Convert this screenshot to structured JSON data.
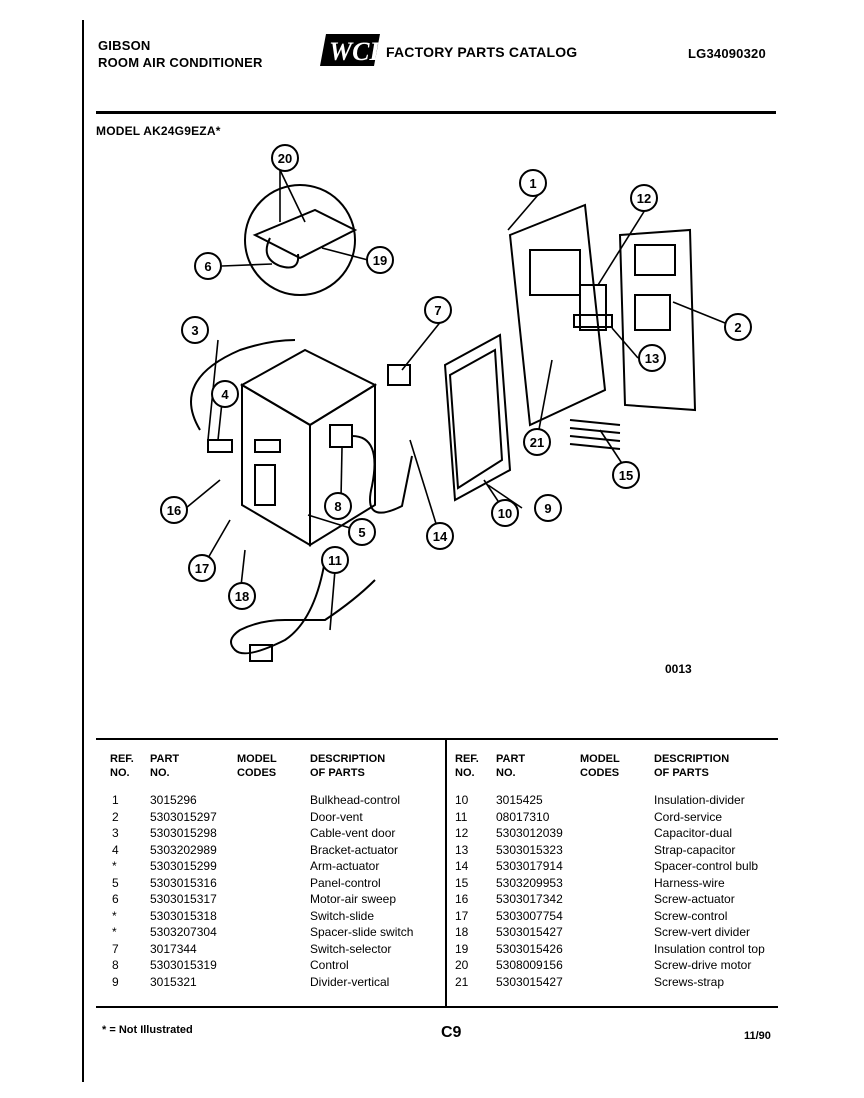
{
  "header": {
    "brand": "GIBSON",
    "product": "ROOM AIR CONDITIONER",
    "logo": "WCI",
    "catalog_title": "FACTORY PARTS CATALOG",
    "catalog_code": "LG34090320",
    "model_label": "MODEL AK24G9EZA*"
  },
  "diagram": {
    "figure_code": "0013",
    "callouts": [
      "1",
      "2",
      "3",
      "4",
      "5",
      "6",
      "7",
      "8",
      "9",
      "10",
      "11",
      "12",
      "13",
      "14",
      "15",
      "16",
      "17",
      "18",
      "19",
      "20",
      "21"
    ]
  },
  "parts_table": {
    "headers": {
      "ref": "REF.\nNO.",
      "part": "PART\nNO.",
      "model": "MODEL\nCODES",
      "desc": "DESCRIPTION\nOF PARTS"
    },
    "left_rows": [
      {
        "ref": "1",
        "part": "3015296",
        "model": "",
        "desc": "Bulkhead-control"
      },
      {
        "ref": "2",
        "part": "5303015297",
        "model": "",
        "desc": "Door-vent"
      },
      {
        "ref": "3",
        "part": "5303015298",
        "model": "",
        "desc": "Cable-vent door"
      },
      {
        "ref": "4",
        "part": "5303202989",
        "model": "",
        "desc": "Bracket-actuator"
      },
      {
        "ref": "*",
        "part": "5303015299",
        "model": "",
        "desc": "Arm-actuator"
      },
      {
        "ref": "5",
        "part": "5303015316",
        "model": "",
        "desc": "Panel-control"
      },
      {
        "ref": "6",
        "part": "5303015317",
        "model": "",
        "desc": "Motor-air sweep"
      },
      {
        "ref": "*",
        "part": "5303015318",
        "model": "",
        "desc": "Switch-slide"
      },
      {
        "ref": "*",
        "part": "5303207304",
        "model": "",
        "desc": "Spacer-slide switch"
      },
      {
        "ref": "7",
        "part": "3017344",
        "model": "",
        "desc": "Switch-selector"
      },
      {
        "ref": "8",
        "part": "5303015319",
        "model": "",
        "desc": "Control"
      },
      {
        "ref": "9",
        "part": "3015321",
        "model": "",
        "desc": "Divider-vertical"
      }
    ],
    "right_rows": [
      {
        "ref": "10",
        "part": "3015425",
        "model": "",
        "desc": "Insulation-divider"
      },
      {
        "ref": "11",
        "part": "08017310",
        "model": "",
        "desc": "Cord-service"
      },
      {
        "ref": "12",
        "part": "5303012039",
        "model": "",
        "desc": "Capacitor-dual"
      },
      {
        "ref": "13",
        "part": "5303015323",
        "model": "",
        "desc": "Strap-capacitor"
      },
      {
        "ref": "14",
        "part": "5303017914",
        "model": "",
        "desc": "Spacer-control bulb"
      },
      {
        "ref": "15",
        "part": "5303209953",
        "model": "",
        "desc": "Harness-wire"
      },
      {
        "ref": "16",
        "part": "5303017342",
        "model": "",
        "desc": "Screw-actuator"
      },
      {
        "ref": "17",
        "part": "5303007754",
        "model": "",
        "desc": "Screw-control"
      },
      {
        "ref": "18",
        "part": "5303015427",
        "model": "",
        "desc": "Screw-vert divider"
      },
      {
        "ref": "19",
        "part": "5303015426",
        "model": "",
        "desc": "Insulation control top"
      },
      {
        "ref": "20",
        "part": "5308009156",
        "model": "",
        "desc": "Screw-drive motor"
      },
      {
        "ref": "21",
        "part": "5303015427",
        "model": "",
        "desc": "Screws-strap"
      }
    ]
  },
  "footer": {
    "note": "* = Not Illustrated",
    "page": "C9",
    "date": "11/90"
  }
}
